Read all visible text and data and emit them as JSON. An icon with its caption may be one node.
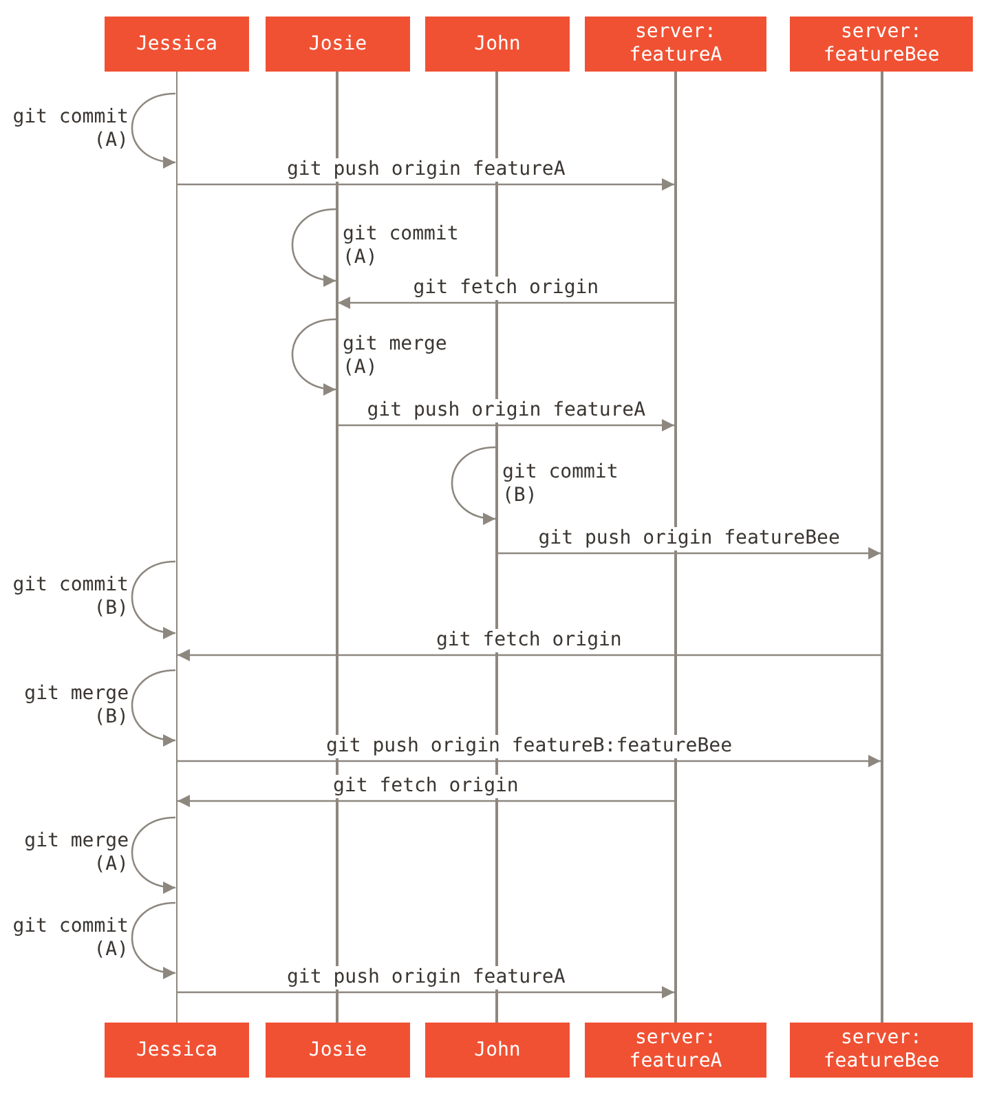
{
  "diagram": {
    "nodes": [
      {
        "text": [
          "Jessica"
        ]
      },
      {
        "text": [
          "Josie"
        ]
      },
      {
        "text": [
          "John"
        ]
      },
      {
        "text": [
          "server: featureA"
        ]
      },
      {
        "text": [
          "server: featureBee"
        ]
      },
      {
        "text": [],
        "shape": "line"
      },
      {
        "text": [],
        "shape": "line"
      },
      {
        "text": [],
        "shape": "line"
      },
      {
        "text": [],
        "shape": "line"
      },
      {
        "text": [],
        "shape": "line"
      },
      {
        "text": [
          "Jessica"
        ]
      },
      {
        "text": [
          "Josie"
        ]
      },
      {
        "text": [
          "John"
        ]
      },
      {
        "text": [
          "server: featureA"
        ]
      },
      {
        "text": [
          "server: featureBee"
        ]
      }
    ],
    "edges": [
      {
        "from": 5,
        "to": 5,
        "arrow": "to",
        "label": "git commit (A)"
      },
      {
        "from": 5,
        "to": 8,
        "arrow": "to",
        "label": "git push origin featureA"
      },
      {
        "from": 6,
        "to": 6,
        "arrow": "to",
        "label": "git commit (A)"
      },
      {
        "from": 8,
        "to": 6,
        "arrow": "to",
        "label": "git fetch origin"
      },
      {
        "from": 6,
        "to": 6,
        "arrow": "to",
        "label": "git merge (A)"
      },
      {
        "from": 6,
        "to": 8,
        "arrow": "to",
        "label": "git push origin featureA"
      },
      {
        "from": 7,
        "to": 7,
        "arrow": "to",
        "label": "git commit (B)"
      },
      {
        "from": 7,
        "to": 9,
        "arrow": "to",
        "label": "git push origin featureBee"
      },
      {
        "from": 5,
        "to": 5,
        "arrow": "to",
        "label": "git commit (B)"
      },
      {
        "from": 9,
        "to": 5,
        "arrow": "to",
        "label": "git fetch origin"
      },
      {
        "from": 5,
        "to": 5,
        "arrow": "to",
        "label": "git merge (B)"
      },
      {
        "from": 5,
        "to": 9,
        "arrow": "to",
        "label": "git push origin featureB:featureBee"
      },
      {
        "from": 8,
        "to": 5,
        "arrow": "to",
        "label": "git fetch origin"
      },
      {
        "from": 5,
        "to": 5,
        "arrow": "to",
        "label": "git merge (A)"
      },
      {
        "from": 5,
        "to": 5,
        "arrow": "to",
        "label": "git commit (A)"
      },
      {
        "from": 5,
        "to": 8,
        "arrow": "to",
        "label": "git push origin featureA"
      }
    ]
  }
}
